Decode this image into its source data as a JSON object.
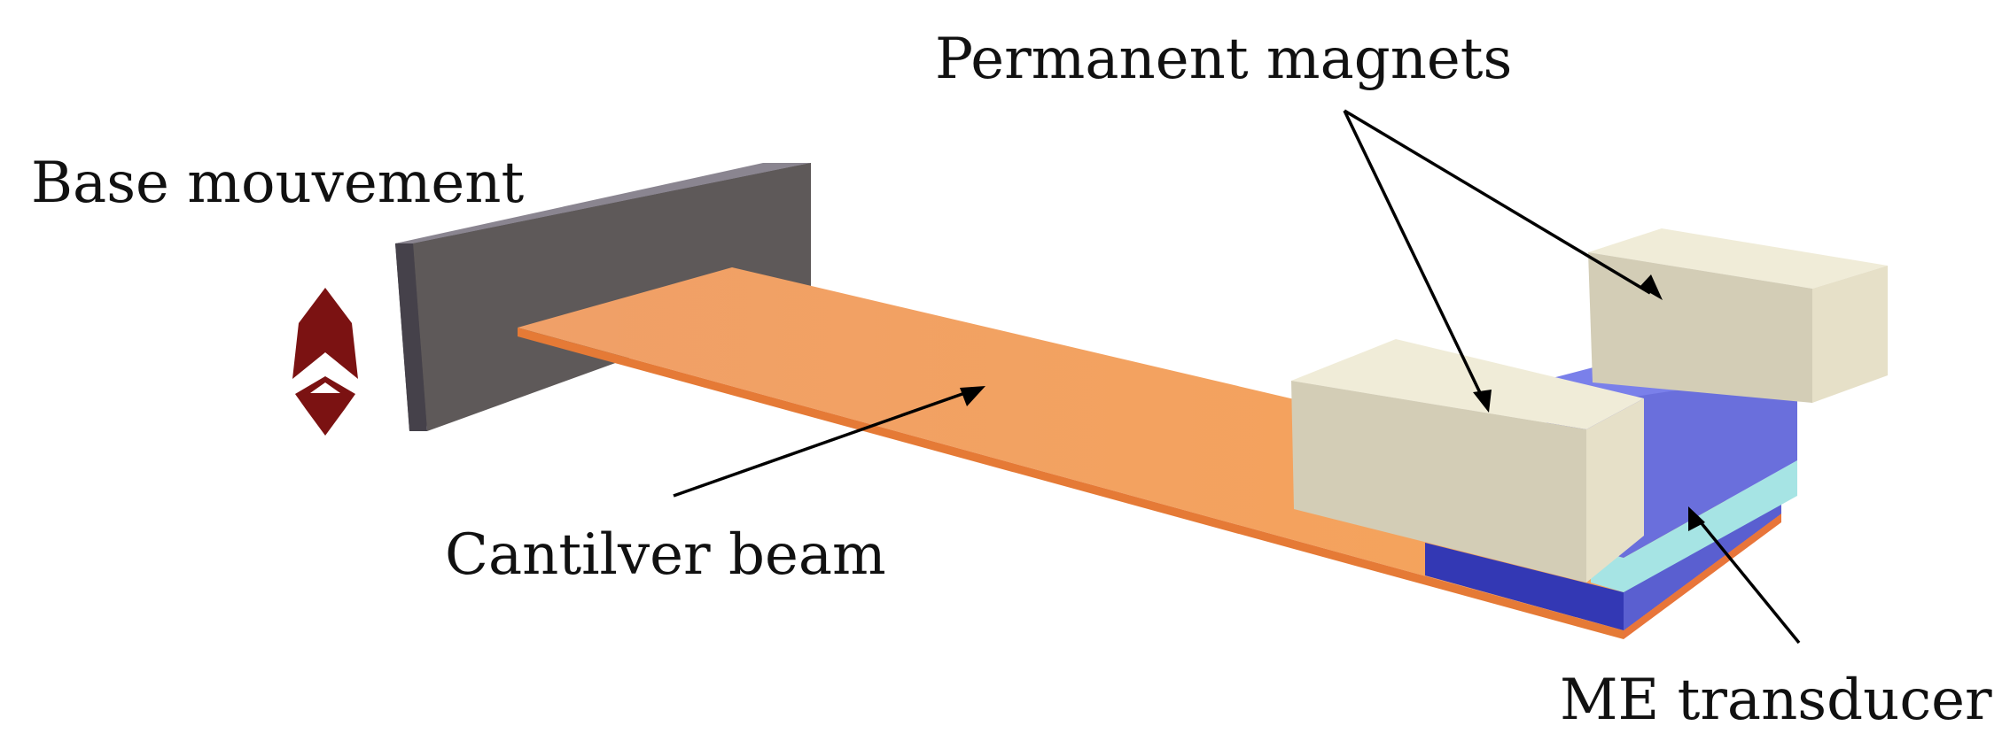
{
  "labels": {
    "base_movement": "Base mouvement",
    "permanent_magnets": "Permanent magnets",
    "cantilever_beam": "Cantilver beam",
    "me_transducer": "ME transducer"
  },
  "colors": {
    "base_front": "#5e5959",
    "base_left": "#504c4e",
    "base_top": "#8a8590",
    "beam_top": "#f3a060",
    "beam_edge": "#e57a36",
    "magnet_top": "#f0ecd8",
    "magnet_front": "#d3cdb6",
    "magnet_side": "#e6e0c8",
    "transducer_blue": "#7278e6",
    "transducer_blue_dark": "#3338b4",
    "transducer_cyan": "#a6e4e4",
    "arrow_marker": "#7b1212",
    "annotation": "#000000"
  }
}
